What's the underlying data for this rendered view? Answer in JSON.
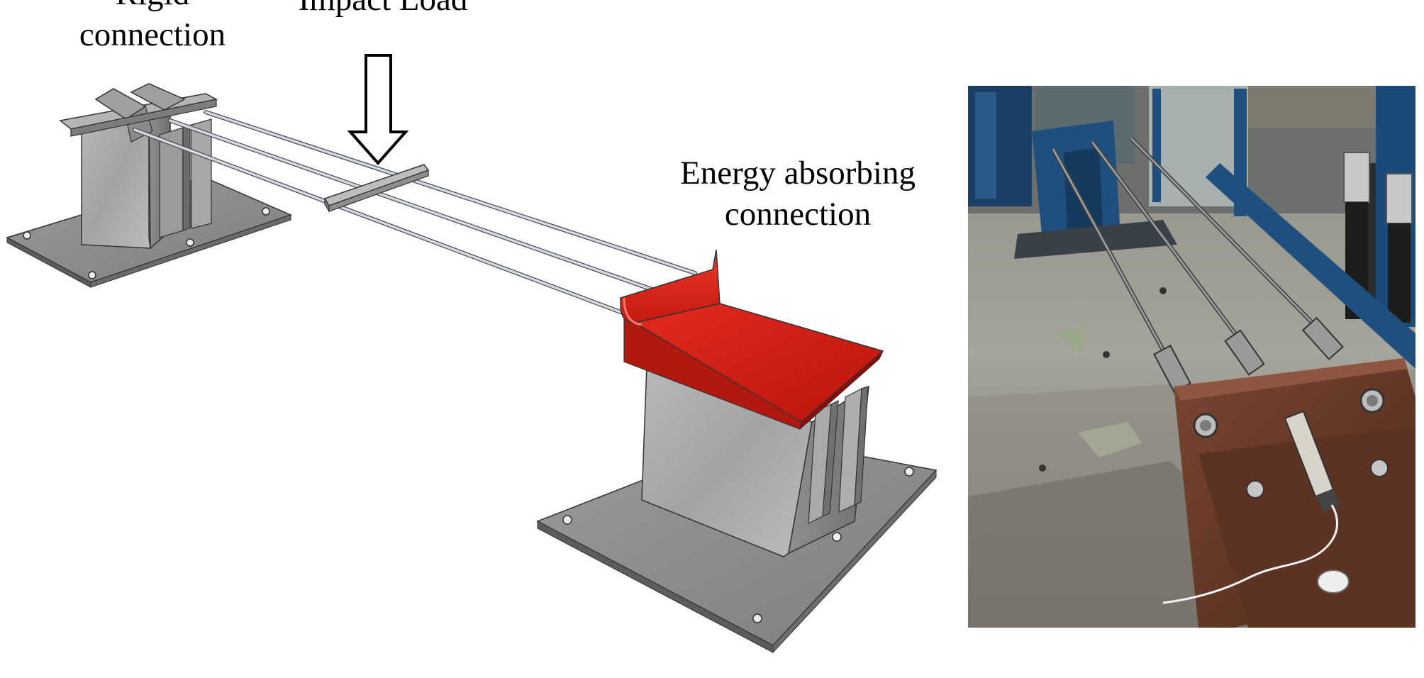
{
  "labels": {
    "rigid_line1": "Rigid",
    "rigid_line2": "connection",
    "impact": "Impact Load",
    "energy_line1": "Energy absorbing",
    "energy_line2": "connection"
  },
  "colors": {
    "background": "#ffffff",
    "steel": "#a9a9a9",
    "steel_dark": "#7a7a7a",
    "plate": "#8c8c8c",
    "cable": "#c8ccd2",
    "absorber_red": "#d81e14",
    "rust": "#6b3a26",
    "frame_blue": "#1f4f7e",
    "floor": "#9a9a90"
  },
  "icons": {
    "impact_arrow": "down-arrow-outline-icon"
  }
}
